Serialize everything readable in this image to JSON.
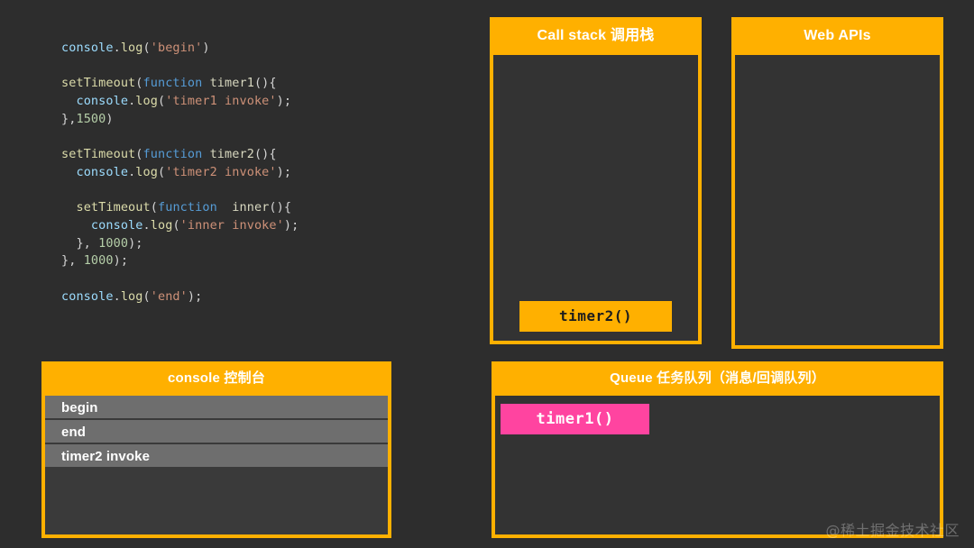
{
  "background_color": "#2d2d2d",
  "accent_color": "#ffb000",
  "queue_item_color": "#ff44a0",
  "panel_body_color": "#333333",
  "code": {
    "language": "javascript",
    "lines": [
      [
        {
          "t": "console",
          "c": "obj"
        },
        {
          "t": ".",
          "c": "punc"
        },
        {
          "t": "log",
          "c": "prop"
        },
        {
          "t": "(",
          "c": "punc"
        },
        {
          "t": "'begin'",
          "c": "str"
        },
        {
          "t": ")",
          "c": "punc"
        }
      ],
      [],
      [
        {
          "t": "setTimeout",
          "c": "fn"
        },
        {
          "t": "(",
          "c": "punc"
        },
        {
          "t": "function",
          "c": "kw"
        },
        {
          "t": " ",
          "c": "punc"
        },
        {
          "t": "timer1",
          "c": "name"
        },
        {
          "t": "(){",
          "c": "punc"
        }
      ],
      [
        {
          "t": "  ",
          "c": "punc"
        },
        {
          "t": "console",
          "c": "obj"
        },
        {
          "t": ".",
          "c": "punc"
        },
        {
          "t": "log",
          "c": "prop"
        },
        {
          "t": "(",
          "c": "punc"
        },
        {
          "t": "'timer1 invoke'",
          "c": "str"
        },
        {
          "t": ");",
          "c": "punc"
        }
      ],
      [
        {
          "t": "},",
          "c": "punc"
        },
        {
          "t": "1500",
          "c": "num"
        },
        {
          "t": ")",
          "c": "punc"
        }
      ],
      [],
      [
        {
          "t": "setTimeout",
          "c": "fn"
        },
        {
          "t": "(",
          "c": "punc"
        },
        {
          "t": "function",
          "c": "kw"
        },
        {
          "t": " ",
          "c": "punc"
        },
        {
          "t": "timer2",
          "c": "name"
        },
        {
          "t": "(){",
          "c": "punc"
        }
      ],
      [
        {
          "t": "  ",
          "c": "punc"
        },
        {
          "t": "console",
          "c": "obj"
        },
        {
          "t": ".",
          "c": "punc"
        },
        {
          "t": "log",
          "c": "prop"
        },
        {
          "t": "(",
          "c": "punc"
        },
        {
          "t": "'timer2 invoke'",
          "c": "str"
        },
        {
          "t": ");",
          "c": "punc"
        }
      ],
      [],
      [
        {
          "t": "  ",
          "c": "punc"
        },
        {
          "t": "setTimeout",
          "c": "fn"
        },
        {
          "t": "(",
          "c": "punc"
        },
        {
          "t": "function",
          "c": "kw"
        },
        {
          "t": "  ",
          "c": "punc"
        },
        {
          "t": "inner",
          "c": "name"
        },
        {
          "t": "(){",
          "c": "punc"
        }
      ],
      [
        {
          "t": "    ",
          "c": "punc"
        },
        {
          "t": "console",
          "c": "obj"
        },
        {
          "t": ".",
          "c": "punc"
        },
        {
          "t": "log",
          "c": "prop"
        },
        {
          "t": "(",
          "c": "punc"
        },
        {
          "t": "'inner invoke'",
          "c": "str"
        },
        {
          "t": ");",
          "c": "punc"
        }
      ],
      [
        {
          "t": "  }, ",
          "c": "punc"
        },
        {
          "t": "1000",
          "c": "num"
        },
        {
          "t": ");",
          "c": "punc"
        }
      ],
      [
        {
          "t": "}, ",
          "c": "punc"
        },
        {
          "t": "1000",
          "c": "num"
        },
        {
          "t": ");",
          "c": "punc"
        }
      ],
      [],
      [
        {
          "t": "console",
          "c": "obj"
        },
        {
          "t": ".",
          "c": "punc"
        },
        {
          "t": "log",
          "c": "prop"
        },
        {
          "t": "(",
          "c": "punc"
        },
        {
          "t": "'end'",
          "c": "str"
        },
        {
          "t": ");",
          "c": "punc"
        }
      ]
    ]
  },
  "call_stack": {
    "title": "Call stack 调用栈",
    "frames": [
      "timer2()"
    ]
  },
  "web_apis": {
    "title": "Web APIs",
    "items": []
  },
  "console_panel": {
    "title": "console 控制台",
    "entries": [
      "begin",
      "end",
      "timer2 invoke"
    ]
  },
  "queue_panel": {
    "title": "Queue 任务队列（消息/回调队列）",
    "items": [
      "timer1()"
    ]
  },
  "watermark": "@稀土掘金技术社区"
}
